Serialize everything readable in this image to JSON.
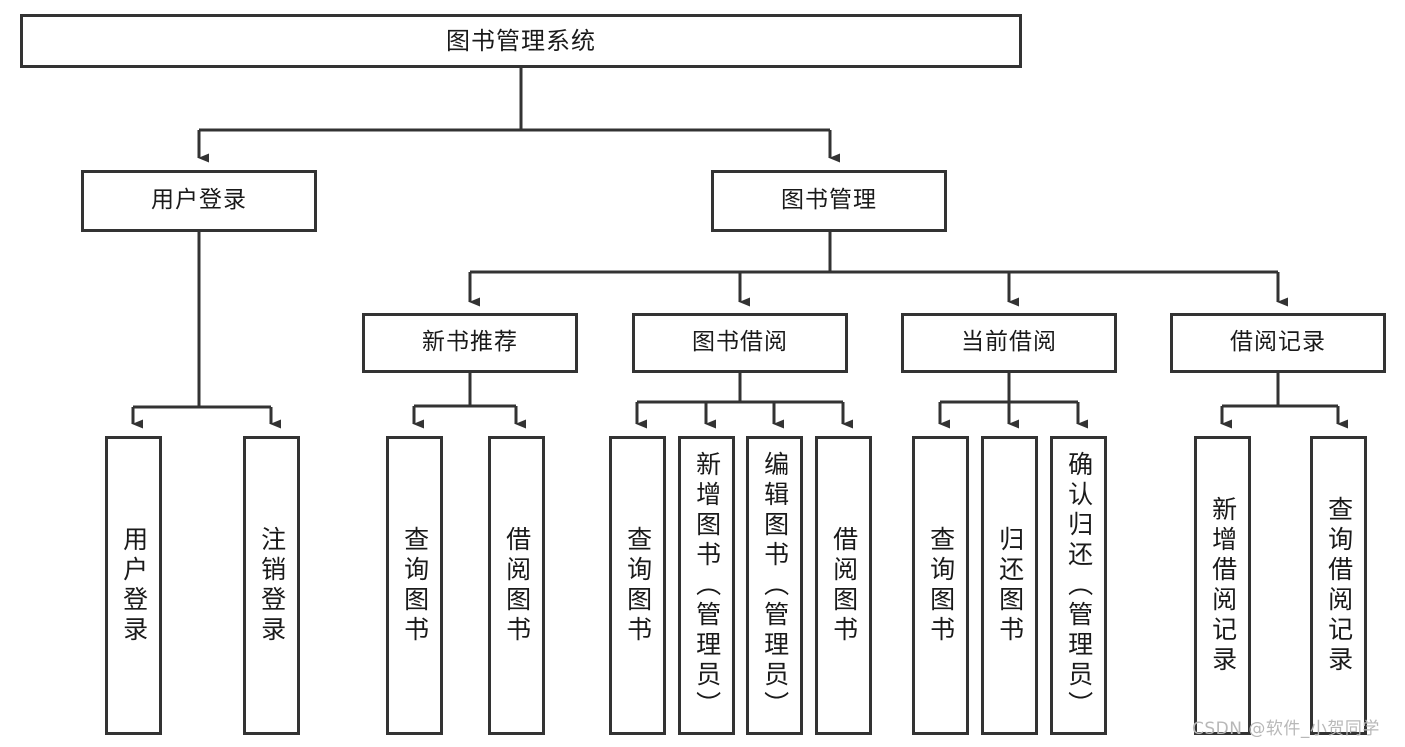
{
  "diagram": {
    "title": "图书管理系统",
    "type": "functional-structure-tree",
    "watermark": "CSDN @软件_小贺同学",
    "colors": {
      "stroke": "#333333",
      "fill": "#ffffff",
      "text": "#1a1a1a",
      "watermark": "#b8b8b8"
    },
    "nodes": {
      "root": {
        "label": "图书管理系统",
        "level": 1
      },
      "user_login": {
        "label": "用户登录",
        "level": 2
      },
      "book_manage": {
        "label": "图书管理",
        "level": 2
      },
      "new_book_rec": {
        "label": "新书推荐",
        "level": 3
      },
      "book_borrow": {
        "label": "图书借阅",
        "level": 3
      },
      "current_borrow": {
        "label": "当前借阅",
        "level": 3
      },
      "borrow_record": {
        "label": "借阅记录",
        "level": 3
      },
      "leaf_user_login": {
        "label": "用户登录",
        "level": 4,
        "parent": "user_login"
      },
      "leaf_logout": {
        "label": "注销登录",
        "level": 4,
        "parent": "user_login"
      },
      "leaf_query_book_1": {
        "label": "查询图书",
        "level": 4,
        "parent": "new_book_rec"
      },
      "leaf_borrow_book_1": {
        "label": "借阅图书",
        "level": 4,
        "parent": "new_book_rec"
      },
      "leaf_query_book_2": {
        "label": "查询图书",
        "level": 4,
        "parent": "book_borrow"
      },
      "leaf_add_book": {
        "label": "新增图书（管理员）",
        "level": 4,
        "parent": "book_borrow"
      },
      "leaf_edit_book": {
        "label": "编辑图书（管理员）",
        "level": 4,
        "parent": "book_borrow"
      },
      "leaf_borrow_book_2": {
        "label": "借阅图书",
        "level": 4,
        "parent": "book_borrow"
      },
      "leaf_query_book_3": {
        "label": "查询图书",
        "level": 4,
        "parent": "current_borrow"
      },
      "leaf_return_book": {
        "label": "归还图书",
        "level": 4,
        "parent": "current_borrow"
      },
      "leaf_confirm_return": {
        "label": "确认归还（管理员）",
        "level": 4,
        "parent": "current_borrow"
      },
      "leaf_add_record": {
        "label": "新增借阅记录",
        "level": 4,
        "parent": "borrow_record"
      },
      "leaf_query_record": {
        "label": "查询借阅记录",
        "level": 4,
        "parent": "borrow_record"
      }
    },
    "edges": [
      {
        "from": "root",
        "to": "user_login"
      },
      {
        "from": "root",
        "to": "book_manage"
      },
      {
        "from": "user_login",
        "to": "leaf_user_login"
      },
      {
        "from": "user_login",
        "to": "leaf_logout"
      },
      {
        "from": "book_manage",
        "to": "new_book_rec"
      },
      {
        "from": "book_manage",
        "to": "book_borrow"
      },
      {
        "from": "book_manage",
        "to": "current_borrow"
      },
      {
        "from": "book_manage",
        "to": "borrow_record"
      },
      {
        "from": "new_book_rec",
        "to": "leaf_query_book_1"
      },
      {
        "from": "new_book_rec",
        "to": "leaf_borrow_book_1"
      },
      {
        "from": "book_borrow",
        "to": "leaf_query_book_2"
      },
      {
        "from": "book_borrow",
        "to": "leaf_add_book"
      },
      {
        "from": "book_borrow",
        "to": "leaf_edit_book"
      },
      {
        "from": "book_borrow",
        "to": "leaf_borrow_book_2"
      },
      {
        "from": "current_borrow",
        "to": "leaf_query_book_3"
      },
      {
        "from": "current_borrow",
        "to": "leaf_return_book"
      },
      {
        "from": "current_borrow",
        "to": "leaf_confirm_return"
      },
      {
        "from": "borrow_record",
        "to": "leaf_add_record"
      },
      {
        "from": "borrow_record",
        "to": "leaf_query_record"
      }
    ]
  }
}
